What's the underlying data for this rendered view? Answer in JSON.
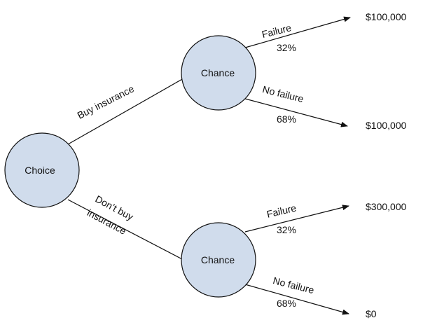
{
  "nodes": {
    "choice": "Choice",
    "chance_top": "Chance",
    "chance_bottom": "Chance"
  },
  "branches": {
    "buy_insurance": "Buy insurance",
    "dont_buy_line1": "Don’t buy",
    "dont_buy_line2": "insurance",
    "top_failure": "Failure",
    "top_failure_prob": "32%",
    "top_no_failure": "No failure",
    "top_no_failure_prob": "68%",
    "bottom_failure": "Failure",
    "bottom_failure_prob": "32%",
    "bottom_no_failure": "No failure",
    "bottom_no_failure_prob": "68%"
  },
  "outcomes": {
    "top_failure": "$100,000",
    "top_no_failure": "$100,000",
    "bottom_failure": "$300,000",
    "bottom_no_failure": "$0"
  },
  "colors": {
    "node_fill": "#d0dcec",
    "stroke": "#111111"
  }
}
